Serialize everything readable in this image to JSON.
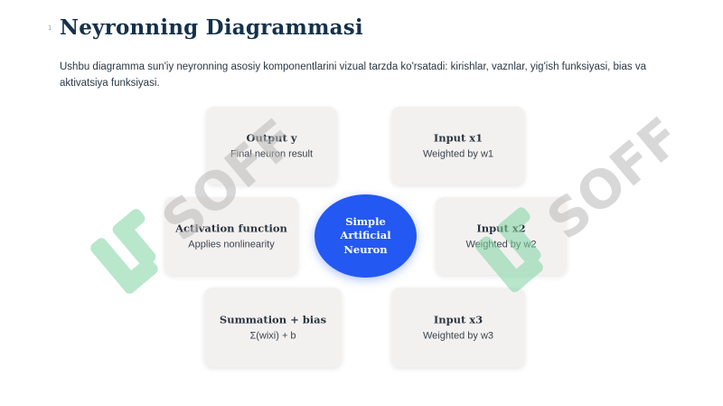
{
  "page_marker": "1",
  "title": "Neyronning Diagrammasi",
  "description": "Ushbu diagramma sun'iy neyronning asosiy komponentlarini vizual tarzda ko'rsatadi: kirishlar, vaznlar, yig'ish funksiyasi, bias va aktivatsiya funksiyasi.",
  "center": {
    "label": "Simple Artificial Neuron",
    "color": "#2358f2"
  },
  "nodes": {
    "output": {
      "title": "Output y",
      "subtitle": "Final neuron result"
    },
    "input1": {
      "title": "Input x1",
      "subtitle": "Weighted by w1"
    },
    "activation": {
      "title": "Activation function",
      "subtitle": "Applies nonlinearity"
    },
    "input2": {
      "title": "Input x2",
      "subtitle": "Weighted by w2"
    },
    "summation": {
      "title": "Summation + bias",
      "subtitle": "Σ(wixi) + b"
    },
    "input3": {
      "title": "Input x3",
      "subtitle": "Weighted by w3"
    }
  },
  "watermark": {
    "text": "SOFF",
    "icon": "soff-logo-icon"
  }
}
